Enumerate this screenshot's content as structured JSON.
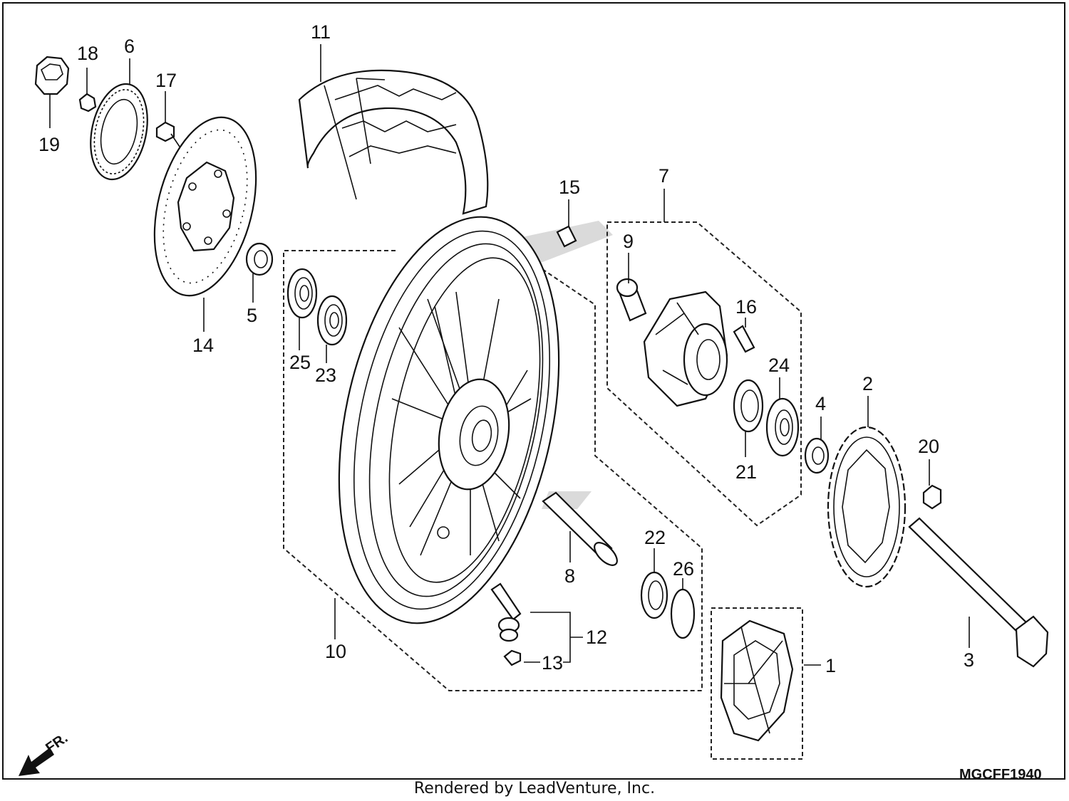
{
  "diagram": {
    "callouts": [
      {
        "id": "1",
        "label": "1"
      },
      {
        "id": "2",
        "label": "2"
      },
      {
        "id": "3",
        "label": "3"
      },
      {
        "id": "4",
        "label": "4"
      },
      {
        "id": "5",
        "label": "5"
      },
      {
        "id": "6",
        "label": "6"
      },
      {
        "id": "7",
        "label": "7"
      },
      {
        "id": "8",
        "label": "8"
      },
      {
        "id": "9",
        "label": "9"
      },
      {
        "id": "10",
        "label": "10"
      },
      {
        "id": "11",
        "label": "11"
      },
      {
        "id": "12",
        "label": "12"
      },
      {
        "id": "13",
        "label": "13"
      },
      {
        "id": "14",
        "label": "14"
      },
      {
        "id": "15",
        "label": "15"
      },
      {
        "id": "16",
        "label": "16"
      },
      {
        "id": "17",
        "label": "17"
      },
      {
        "id": "18",
        "label": "18"
      },
      {
        "id": "19",
        "label": "19"
      },
      {
        "id": "20",
        "label": "20"
      },
      {
        "id": "21",
        "label": "21"
      },
      {
        "id": "22",
        "label": "22"
      },
      {
        "id": "23",
        "label": "23"
      },
      {
        "id": "24",
        "label": "24"
      },
      {
        "id": "25",
        "label": "25"
      },
      {
        "id": "26",
        "label": "26"
      }
    ],
    "front_marker": "FR.",
    "drawing_code": "MGCFF1940",
    "footer_credit": "Rendered by LeadVenture, Inc."
  }
}
